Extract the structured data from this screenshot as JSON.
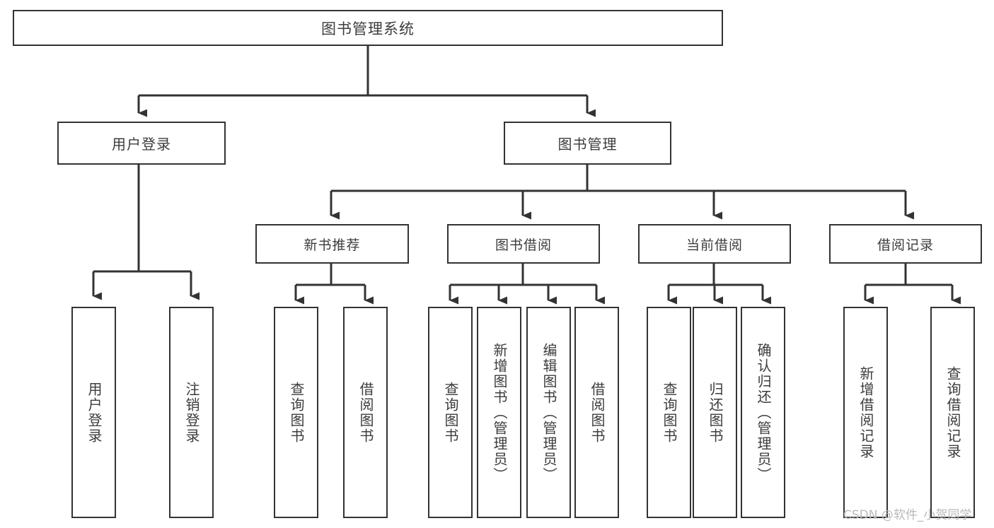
{
  "diagram": {
    "type": "tree",
    "title": "图书管理系统",
    "colors": {
      "background": "#ffffff",
      "box_border": "#333333",
      "box_fill": "#ffffff",
      "text": "#3c3c3c",
      "connector": "#333333",
      "watermark": "#b9b9b9"
    },
    "root": {
      "label": "图书管理系统"
    },
    "level1": [
      {
        "id": "user-login",
        "label": "用户登录"
      },
      {
        "id": "book-management",
        "label": "图书管理"
      }
    ],
    "level2": [
      {
        "id": "new-book-recommend",
        "label": "新书推荐",
        "parent": "book-management"
      },
      {
        "id": "book-borrow",
        "label": "图书借阅",
        "parent": "book-management"
      },
      {
        "id": "current-borrow",
        "label": "当前借阅",
        "parent": "book-management"
      },
      {
        "id": "borrow-record",
        "label": "借阅记录",
        "parent": "book-management"
      }
    ],
    "leaves": {
      "user-login": [
        {
          "id": "leaf-user-login",
          "label": "用户登录"
        },
        {
          "id": "leaf-logout-login",
          "label": "注销登录"
        }
      ],
      "new-book-recommend": [
        {
          "id": "leaf-query-book-1",
          "label": "查询图书"
        },
        {
          "id": "leaf-borrow-book-1",
          "label": "借阅图书"
        }
      ],
      "book-borrow": [
        {
          "id": "leaf-query-book-2",
          "label": "查询图书"
        },
        {
          "id": "leaf-add-book-admin",
          "label": "新增图书（管理员）"
        },
        {
          "id": "leaf-edit-book-admin",
          "label": "编辑图书（管理员）"
        },
        {
          "id": "leaf-borrow-book-2",
          "label": "借阅图书"
        }
      ],
      "current-borrow": [
        {
          "id": "leaf-query-book-3",
          "label": "查询图书"
        },
        {
          "id": "leaf-return-book",
          "label": "归还图书"
        },
        {
          "id": "leaf-confirm-return-admin",
          "label": "确认归还（管理员）"
        }
      ],
      "borrow-record": [
        {
          "id": "leaf-add-borrow-record",
          "label": "新增借阅记录"
        },
        {
          "id": "leaf-query-borrow-record",
          "label": "查询借阅记录"
        }
      ]
    }
  },
  "watermark": {
    "text": "CSDN @软件_小贺同学"
  }
}
